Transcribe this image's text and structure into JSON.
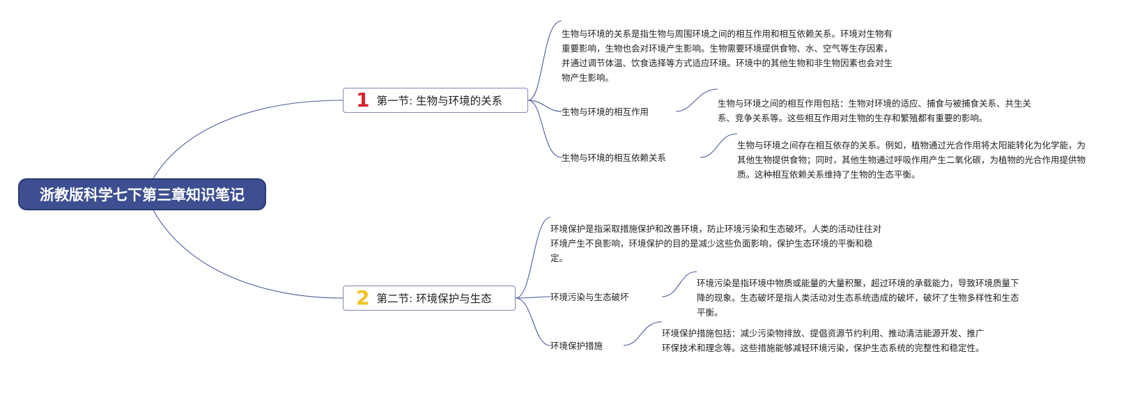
{
  "root": {
    "title": "浙教版科学七下第三章知识笔记"
  },
  "sections": [
    {
      "number": "1",
      "title": "第一节: 生物与环境的关系",
      "summary": "生物与环境的关系是指生物与周围环境之间的相互作用和相互依赖关系。环境对生物有重要影响，生物也会对环境产生影响。生物需要环境提供食物、水、空气等生存因素，并通过调节体温、饮食选择等方式适应环境。环境中的其他生物和非生物因素也会对生物产生影响。",
      "topics": [
        {
          "label": "生物与环境的相互作用",
          "note": "生物与环境之间的相互作用包括：生物对环境的适应、捕食与被捕食关系、共生关系、竞争关系等。这些相互作用对生物的生存和繁殖都有重要的影响。"
        },
        {
          "label": "生物与环境的相互依赖关系",
          "note": "生物与环境之间存在相互依存的关系。例如，植物通过光合作用将太阳能转化为化学能，为其他生物提供食物；同时，其他生物通过呼吸作用产生二氧化碳，为植物的光合作用提供物质。这种相互依赖关系维持了生物的生态平衡。"
        }
      ]
    },
    {
      "number": "2",
      "title": "第二节: 环境保护与生态",
      "summary": "环境保护是指采取措施保护和改善环境，防止环境污染和生态破坏。人类的活动往往对环境产生不良影响，环境保护的目的是减少这些负面影响，保护生态环境的平衡和稳定。",
      "topics": [
        {
          "label": "环境污染与生态破坏",
          "note": "环境污染是指环境中物质或能量的大量积聚，超过环境的承载能力，导致环境质量下降的现象。生态破坏是指人类活动对生态系统造成的破坏，破坏了生物多样性和生态平衡。"
        },
        {
          "label": "环境保护措施",
          "note": "环境保护措施包括：减少污染物排放、提倡资源节约利用、推动清洁能源开发、推广环保技术和理念等。这些措施能够减轻环境污染，保护生态系统的完整性和稳定性。"
        }
      ]
    }
  ]
}
